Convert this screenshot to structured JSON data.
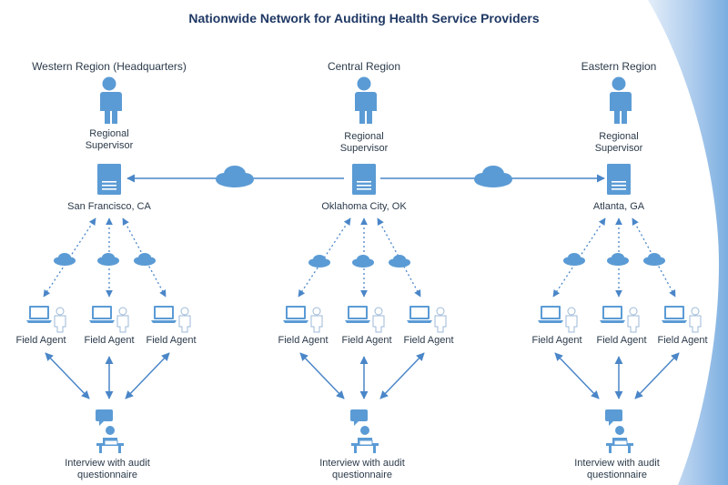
{
  "title": "Nationwide Network for Auditing Health Service Providers",
  "regions": [
    {
      "name": "Western Region (Headquarters)",
      "supervisor": "Regional Supervisor",
      "city": "San Francisco, CA",
      "agent_label": "Field Agent",
      "interview_label": "Interview with audit questionnaire"
    },
    {
      "name": "Central Region",
      "supervisor": "Regional Supervisor",
      "city": "Oklahoma City, OK",
      "agent_label": "Field Agent",
      "interview_label": "Interview with audit questionnaire"
    },
    {
      "name": "Eastern Region",
      "supervisor": "Regional Supervisor",
      "city": "Atlanta, GA",
      "agent_label": "Field Agent",
      "interview_label": "Interview with audit questionnaire"
    }
  ],
  "colors": {
    "title": "#1f3864",
    "icon": "#5b9bd5",
    "icon_dark": "#2e75b6",
    "background_accent": "#a9c9ec",
    "text": "#2b3a4a"
  }
}
